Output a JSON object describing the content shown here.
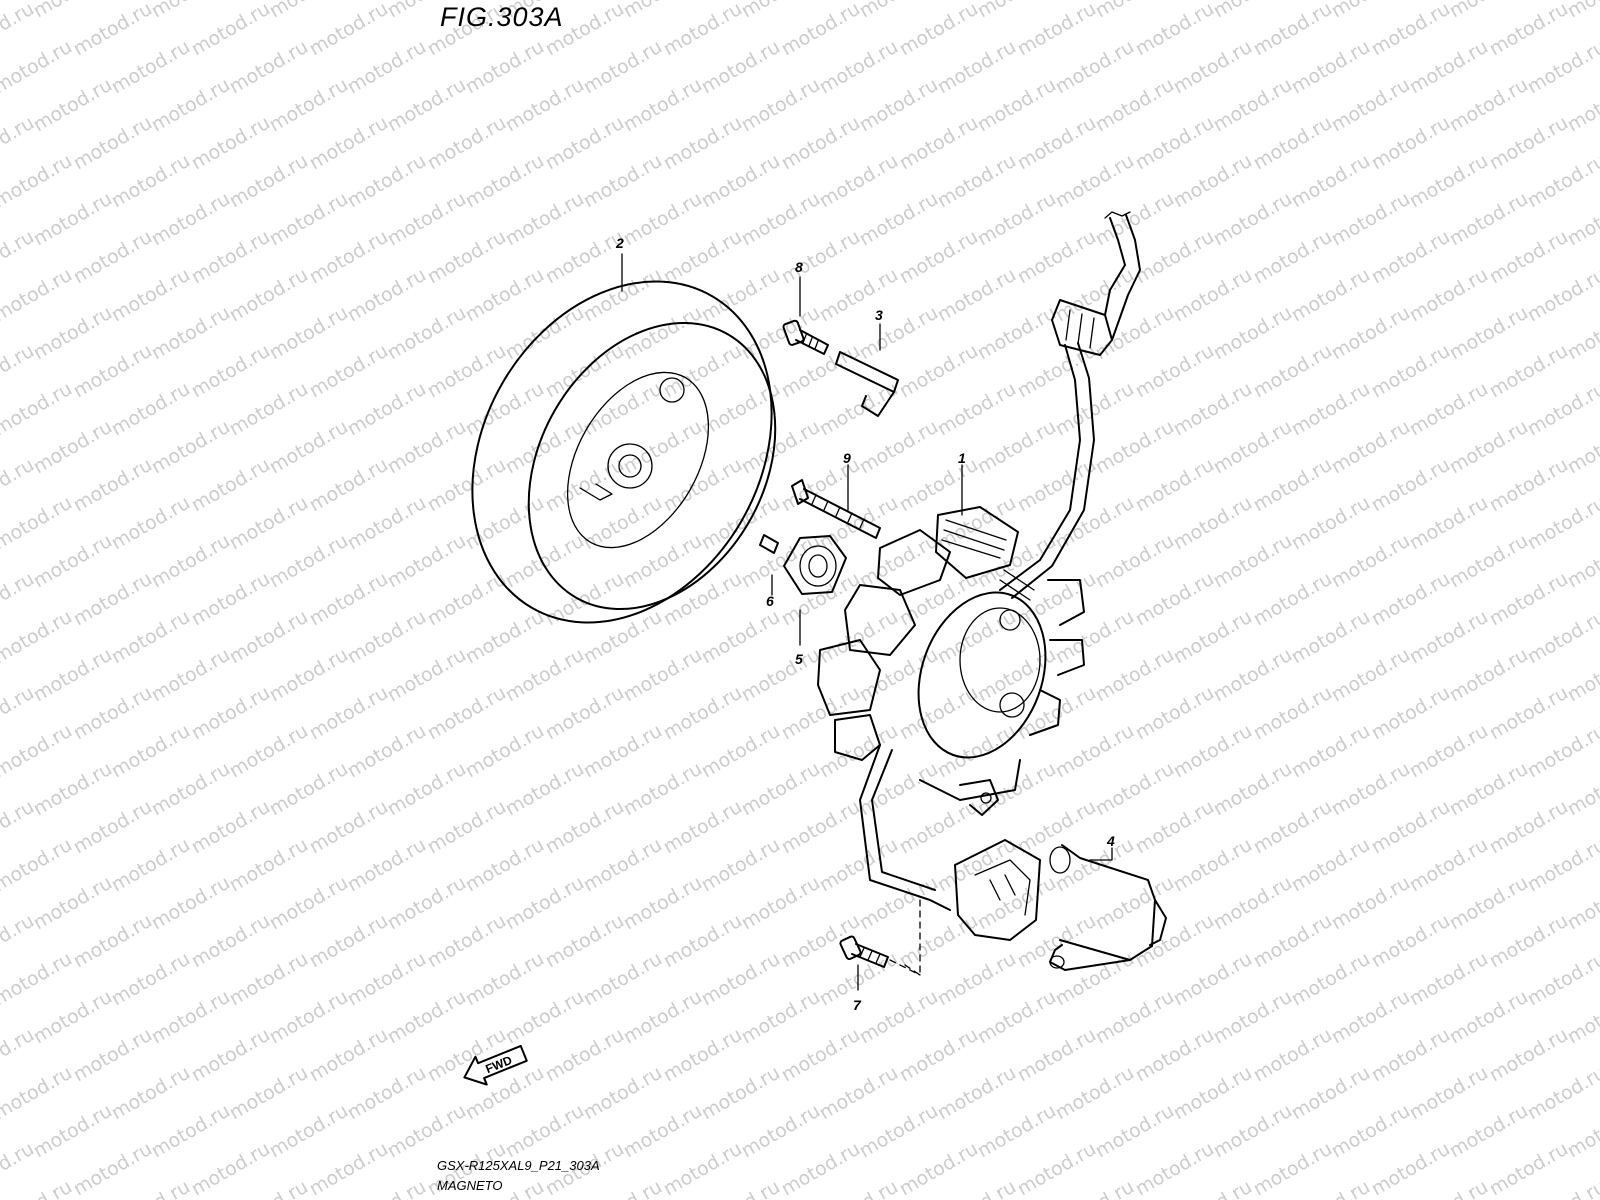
{
  "figure": {
    "title": "FIG.303A",
    "model_code": "GSX-R125XAL9_P21_303A",
    "section_name": "MAGNETO"
  },
  "watermark": {
    "text": "motod.ru",
    "color": "#cccccc"
  },
  "callouts": [
    {
      "id": "p1",
      "label": "1"
    },
    {
      "id": "p2",
      "label": "2"
    },
    {
      "id": "p3",
      "label": "3"
    },
    {
      "id": "p4",
      "label": "4"
    },
    {
      "id": "p5",
      "label": "5"
    },
    {
      "id": "p6",
      "label": "6"
    },
    {
      "id": "p7",
      "label": "7"
    },
    {
      "id": "p8",
      "label": "8"
    },
    {
      "id": "p9",
      "label": "9"
    }
  ],
  "fwd_arrow": {
    "label": "FWD",
    "icon": "fwd-arrow-icon"
  }
}
